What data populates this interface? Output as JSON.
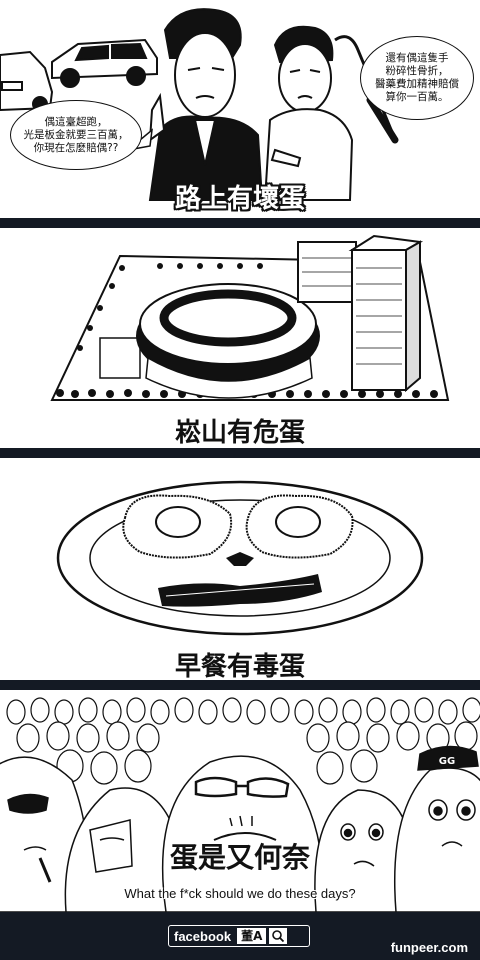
{
  "panels": [
    {
      "caption": "路上有壞蛋",
      "bubble_left": [
        "偶這臺超跑，",
        "光是板金就要三百萬，",
        "你現在怎麼賠偶??"
      ],
      "bubble_right": [
        "還有偶這隻手",
        "粉碎性骨折，",
        "醫藥費加精神賠償",
        "算你一百萬。"
      ]
    },
    {
      "caption": "崧山有危蛋"
    },
    {
      "caption": "早餐有毒蛋"
    },
    {
      "caption": "蛋是又何奈",
      "subtitle": "What the f*ck should we do these days?",
      "cap_letters": "GG"
    }
  ],
  "footer": {
    "brand": "facebook",
    "page_name": "董A",
    "site": "funpeer.com"
  },
  "colors": {
    "bar": "#141a24",
    "ink": "#111111",
    "paper": "#ffffff"
  },
  "icons": [
    "search-icon"
  ]
}
